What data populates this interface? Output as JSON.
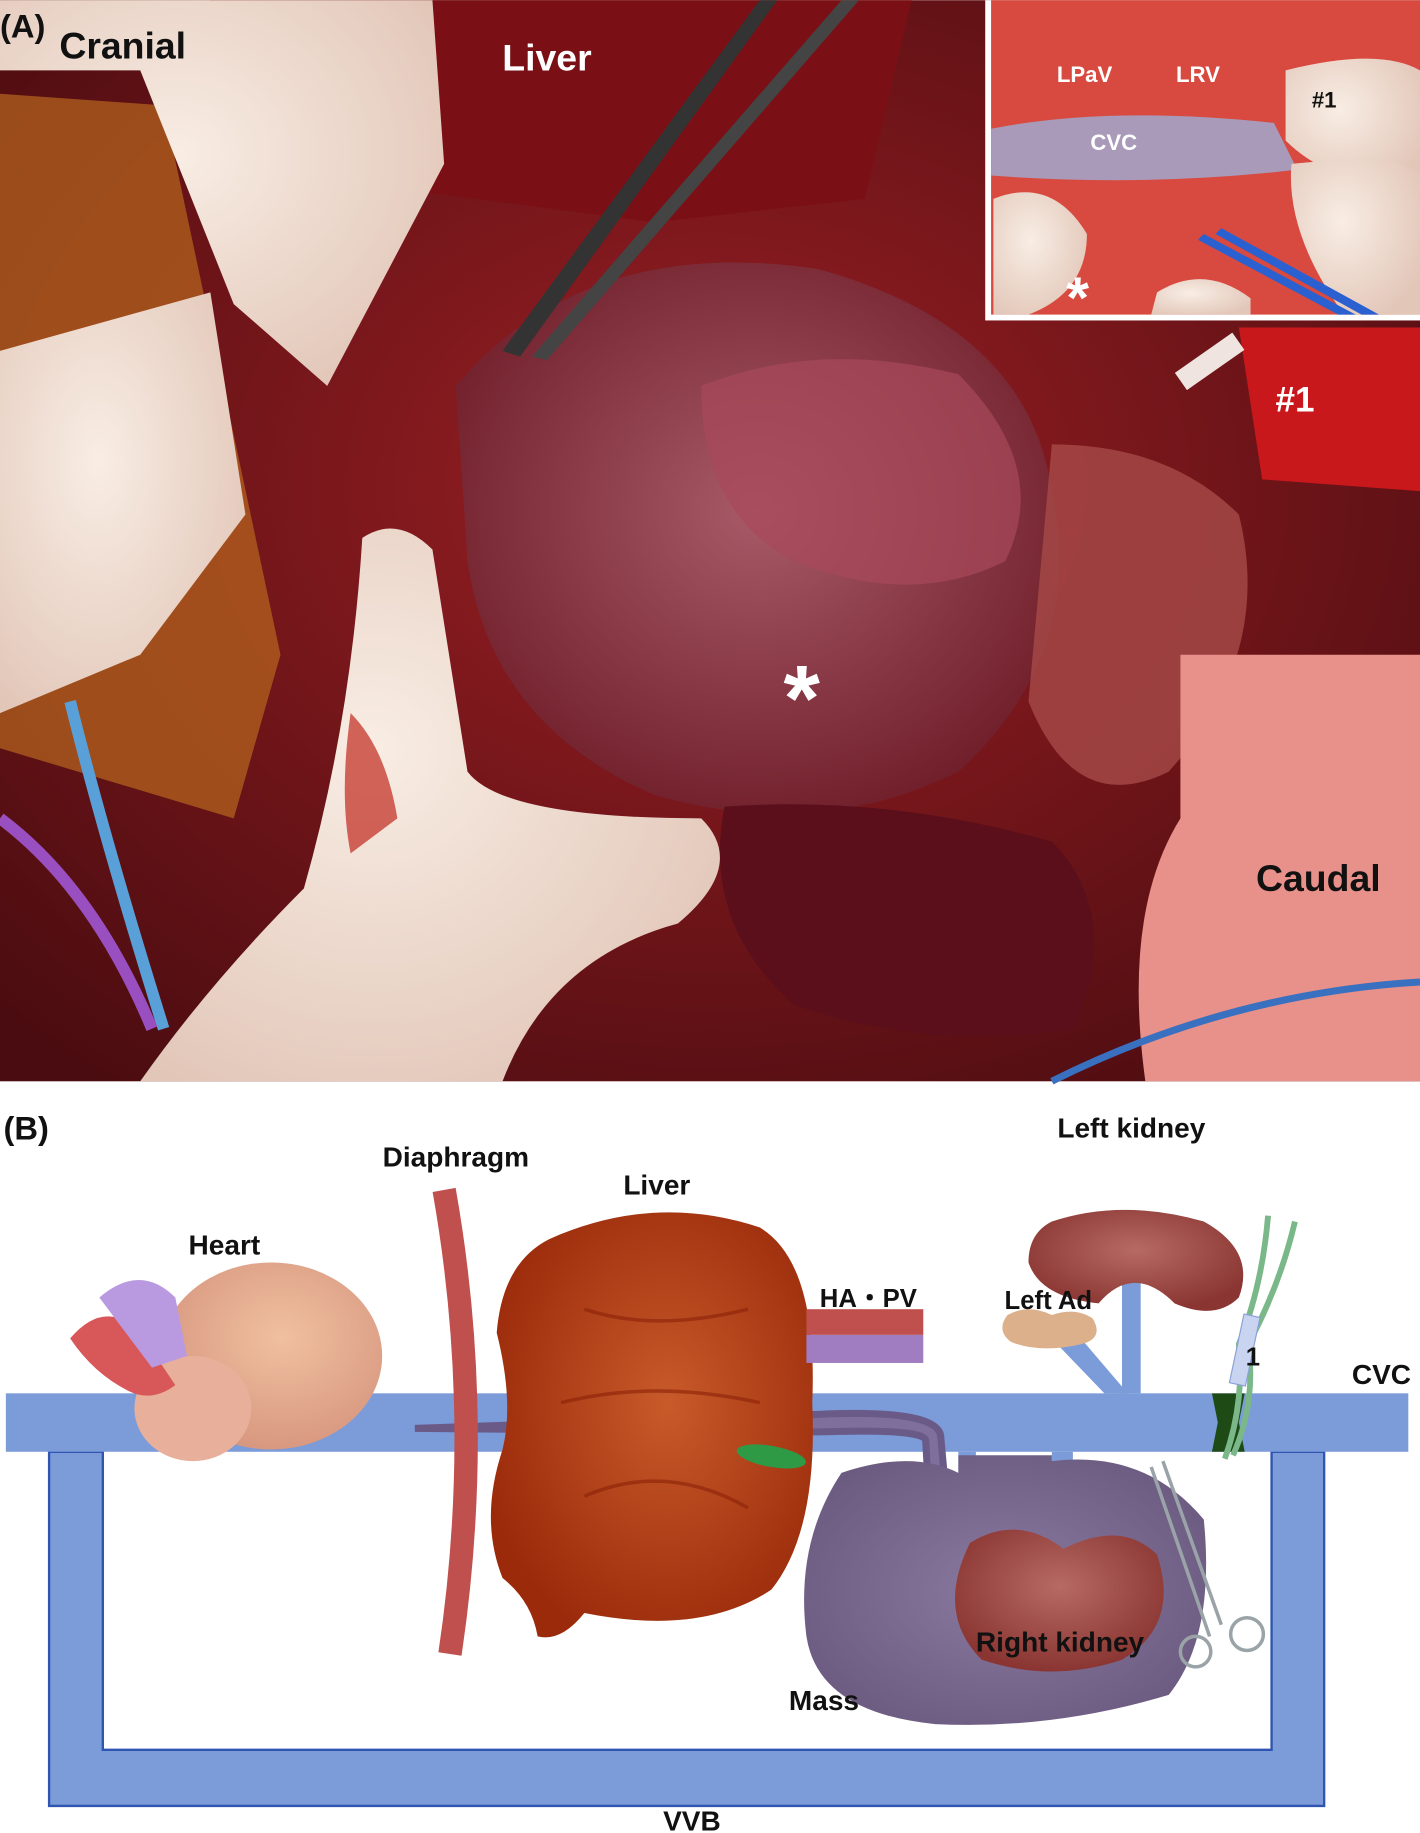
{
  "panel_a": {
    "panel_label": "(A)",
    "labels": {
      "cranial": "Cranial",
      "liver": "Liver",
      "caudal": "Caudal",
      "clip_marker": "#1",
      "mass_marker": "*"
    },
    "inset": {
      "lpav": "LPaV",
      "lrv": "LRV",
      "cvc": "CVC",
      "clip_marker": "#1",
      "mass_marker": "*"
    }
  },
  "panel_b": {
    "panel_label": "(B)",
    "labels": {
      "heart": "Heart",
      "diaphragm": "Diaphragm",
      "liver": "Liver",
      "ha_pv": "HA・PV",
      "left_kidney": "Left kidney",
      "left_ad": "Left Ad",
      "cvc": "CVC",
      "clip_number": "1",
      "mass": "Mass",
      "right_kidney": "Right kidney",
      "vvb": "VVB"
    },
    "colors": {
      "vein": "#7b9bd9",
      "vein_outline": "#2f55b0",
      "kidney": "#9a3f3c",
      "liver": "#b83e14",
      "mass": "#7b6a8e",
      "diaphragm": "#c0504d",
      "artery": "#c0504d",
      "portal": "#a07cc0"
    }
  }
}
